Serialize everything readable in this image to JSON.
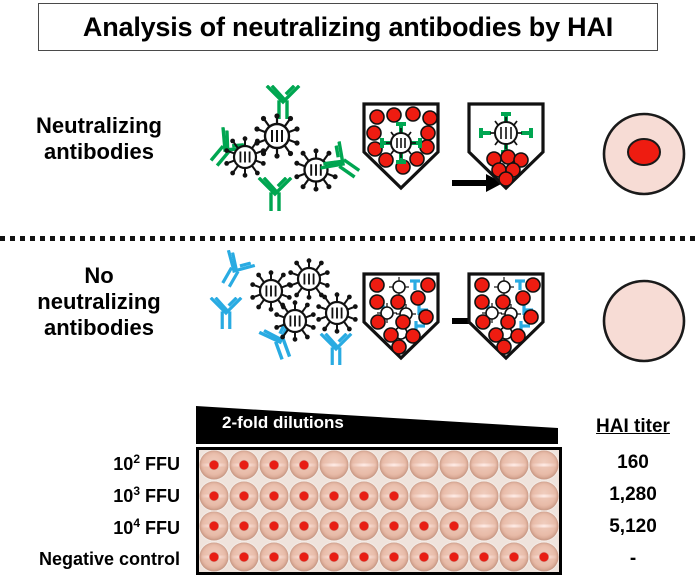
{
  "title": "Analysis of neutralizing antibodies by HAI",
  "panels": [
    {
      "id": "neutralizing",
      "label": "Neutralizing\nantibodies",
      "label_line1": "Neutralizing",
      "label_line2": "antibodies",
      "antibody_color": "#00A651",
      "antibody_name": "antibody-icon",
      "virus_name": "virus-particle-icon",
      "well_name": "v-bottom-well-icon",
      "result_well_name": "round-well-top-view-icon",
      "result_has_button": true
    },
    {
      "id": "no-neutralizing",
      "label": "No\nneutralizing\nantibodies",
      "label_line1": "No",
      "label_line2": "neutralizing",
      "label_line3": "antibodies",
      "antibody_color": "#29ABE2",
      "antibody_name": "antibody-icon",
      "virus_name": "virus-particle-icon",
      "well_name": "v-bottom-well-icon",
      "result_well_name": "round-well-top-view-icon",
      "result_has_button": false
    }
  ],
  "plate": {
    "banner_label": "2-fold dilutions",
    "columns": 12,
    "row_labels": [
      "10² FFU",
      "10³ FFU",
      "10⁴ FFU",
      "Negative control"
    ],
    "row_labels_parts": [
      {
        "base": "10",
        "exp": "2",
        "suffix": " FFU"
      },
      {
        "base": "10",
        "exp": "3",
        "suffix": " FFU"
      },
      {
        "base": "10",
        "exp": "4",
        "suffix": " FFU"
      },
      {
        "base": "Negative control",
        "exp": "",
        "suffix": ""
      }
    ],
    "button_counts": [
      4,
      7,
      9,
      12
    ],
    "rows": [
      {
        "label": "10² FFU",
        "buttons": [
          true,
          true,
          true,
          true,
          false,
          false,
          false,
          false,
          false,
          false,
          false,
          false
        ]
      },
      {
        "label": "10³ FFU",
        "buttons": [
          true,
          true,
          true,
          true,
          true,
          true,
          true,
          false,
          false,
          false,
          false,
          false
        ]
      },
      {
        "label": "10⁴ FFU",
        "buttons": [
          true,
          true,
          true,
          true,
          true,
          true,
          true,
          true,
          true,
          false,
          false,
          false
        ]
      },
      {
        "label": "Negative control",
        "buttons": [
          true,
          true,
          true,
          true,
          true,
          true,
          true,
          true,
          true,
          true,
          true,
          true
        ]
      }
    ]
  },
  "titer": {
    "header": "HAI titer",
    "values": [
      "160",
      "1,280",
      "5,120",
      "-"
    ]
  },
  "colors": {
    "green_antibody": "#00A651",
    "blue_antibody": "#29ABE2",
    "rbc_red": "#EE1C11",
    "well_pink": "#F7DCD5",
    "banner_black": "#000000"
  },
  "icons": {
    "arrow": "right-arrow-icon",
    "divider": "dotted-divider"
  }
}
